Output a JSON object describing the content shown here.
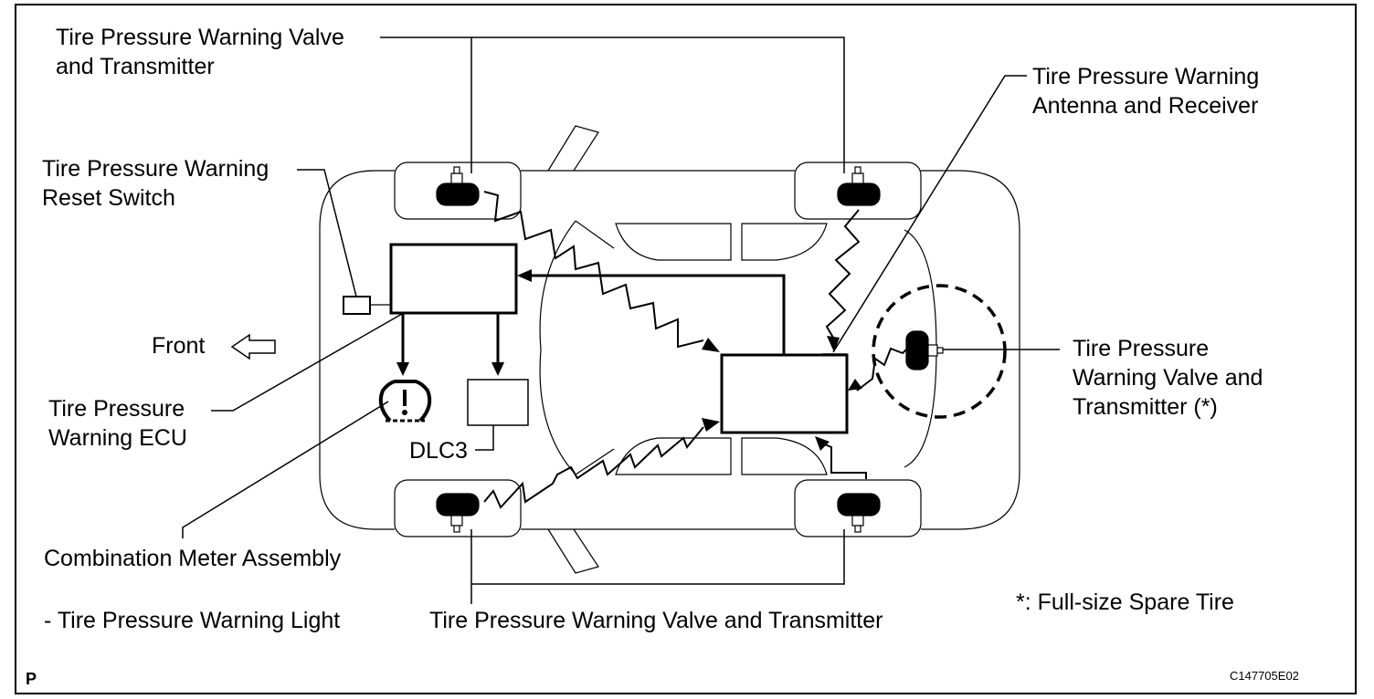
{
  "labels": {
    "valve_transmitter_front_top": [
      "Tire Pressure Warning Valve",
      "and Transmitter"
    ],
    "reset_switch": [
      "Tire Pressure Warning",
      "Reset Switch"
    ],
    "antenna_receiver": [
      "Tire Pressure Warning",
      "Antenna and Receiver"
    ],
    "front": "Front",
    "ecu": [
      "Tire Pressure",
      "Warning ECU"
    ],
    "dlc3": "DLC3",
    "spare_valve_transmitter": [
      "Tire Pressure",
      "Warning Valve and",
      "Transmitter (*)"
    ],
    "combination_meter": "Combination Meter Assembly",
    "warning_light": "- Tire Pressure Warning Light",
    "valve_transmitter_bottom": "Tire Pressure Warning Valve and Transmitter",
    "spare_note": "*: Full-size Spare Tire",
    "corner_code": "P",
    "figure_id": "C147705E02"
  },
  "colors": {
    "line": "#000000",
    "background": "#ffffff"
  },
  "icons": {
    "warning_light": "tire-pressure-warning-icon",
    "front_arrow": "arrow-left-icon"
  }
}
